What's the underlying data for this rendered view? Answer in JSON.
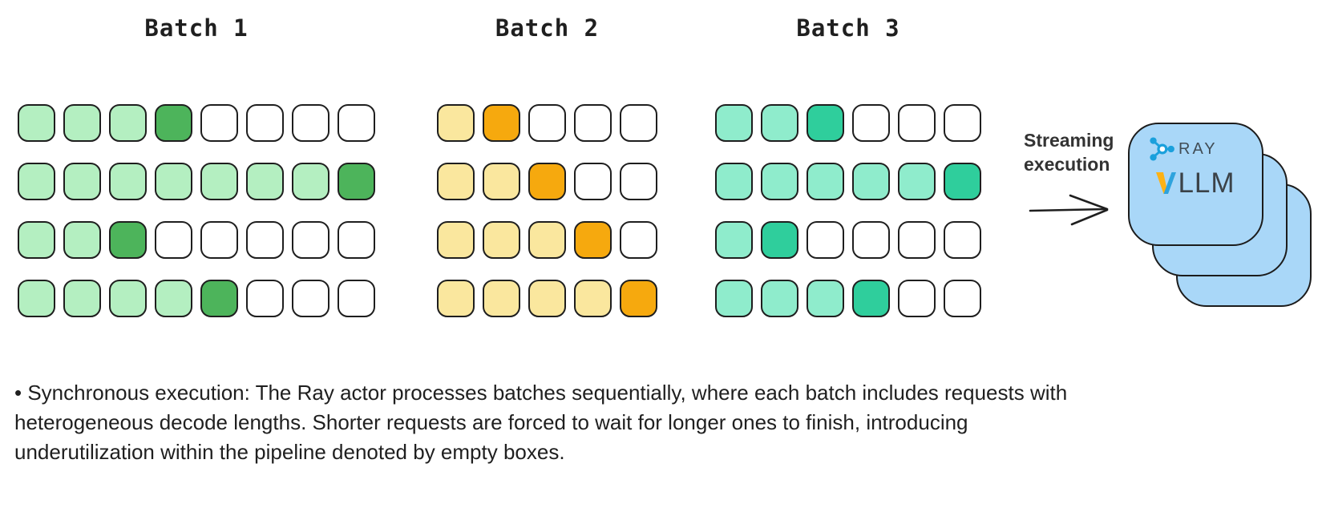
{
  "batches": [
    {
      "label": "Batch 1",
      "fill_color": "#b4efc1",
      "accent_color": "#4db45b",
      "rows": [
        [
          "f",
          "f",
          "f",
          "a",
          "e",
          "e",
          "e",
          "e"
        ],
        [
          "f",
          "f",
          "f",
          "f",
          "f",
          "f",
          "f",
          "a"
        ],
        [
          "f",
          "f",
          "a",
          "e",
          "e",
          "e",
          "e",
          "e"
        ],
        [
          "f",
          "f",
          "f",
          "f",
          "a",
          "e",
          "e",
          "e"
        ]
      ]
    },
    {
      "label": "Batch 2",
      "fill_color": "#fae79e",
      "accent_color": "#f6a90e",
      "rows": [
        [
          "f",
          "a",
          "e",
          "e",
          "e"
        ],
        [
          "f",
          "f",
          "a",
          "e",
          "e"
        ],
        [
          "f",
          "f",
          "f",
          "a",
          "e"
        ],
        [
          "f",
          "f",
          "f",
          "f",
          "a"
        ]
      ]
    },
    {
      "label": "Batch 3",
      "fill_color": "#8feccc",
      "accent_color": "#2fce9c",
      "rows": [
        [
          "f",
          "f",
          "a",
          "e",
          "e",
          "e"
        ],
        [
          "f",
          "f",
          "f",
          "f",
          "f",
          "a"
        ],
        [
          "f",
          "a",
          "e",
          "e",
          "e",
          "e"
        ],
        [
          "f",
          "f",
          "f",
          "a",
          "e",
          "e"
        ]
      ]
    }
  ],
  "arrow": {
    "label": "Streaming execution",
    "color": "#1f1f1f"
  },
  "engine_stack": {
    "card_color": "#a9d7f8",
    "ray_label": "RAY",
    "ray_blue": "#1aa0dc",
    "vllm_v_yellow": "#fcb216",
    "vllm_v_blue": "#2ea3dd",
    "vllm_rest": "LLM"
  },
  "description": {
    "lines": [
      "• Synchronous execution: The Ray actor processes batches sequentially, where each batch includes requests with",
      "heterogeneous decode lengths. Shorter requests are forced to wait for longer ones to finish, introducing",
      "underutilization within the pipeline denoted by empty boxes."
    ]
  }
}
